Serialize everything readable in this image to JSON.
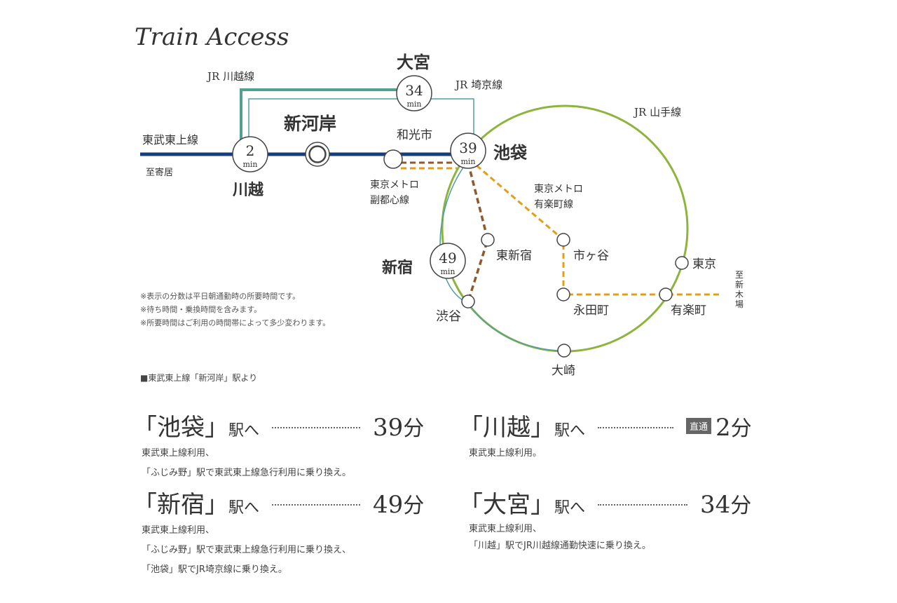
{
  "title": "Train Access",
  "map": {
    "lines": {
      "tobu_tojo": "東武東上線",
      "jr_kawagoe": "JR 川越線",
      "jr_saikyo": "JR 埼京線",
      "jr_yamanote": "JR 山手線",
      "metro_fukutoshin": [
        "東京メトロ",
        "副都心線"
      ],
      "metro_yurakucho": [
        "東京メトロ",
        "有楽町線"
      ]
    },
    "stations": {
      "kawagoe": "川越",
      "shinkashi": "新河岸",
      "wakoshi": "和光市",
      "ikebukuro": "池袋",
      "omiya": "大宮",
      "shinjuku": "新宿",
      "higashi_shinjuku": "東新宿",
      "shibuya": "渋谷",
      "ichigaya": "市ヶ谷",
      "nagatacho": "永田町",
      "tokyo": "東京",
      "yurakucho": "有楽町",
      "osaki": "大崎"
    },
    "direction_yorii": "至寄居",
    "direction_shinkiba": "至新木場",
    "time_badges": {
      "kawagoe": "2",
      "omiya": "34",
      "ikebukuro": "39",
      "shinjuku": "49",
      "unit": "min"
    },
    "colors": {
      "tobu": "#153e7a",
      "jr_kawagoe": "#4fa38e",
      "saikyo": "#4f9ea6",
      "yamanote": "#8db53e",
      "fukutoshin": "#8f5a2b",
      "yurakucho": "#e39d16"
    }
  },
  "notes": [
    "※表示の分数は平日朝通勤時の所要時間です。",
    "※待ち時間・乗換時間を含みます。",
    "※所要時間はご利用の時間帯によって多少変わります。"
  ],
  "from_label": "■東武東上線「新河岸」駅より",
  "routes": {
    "ikebukuro": {
      "open": "「",
      "station": "池袋",
      "close": "」",
      "suffix": "駅へ",
      "time": "39",
      "unit": "分",
      "desc": [
        "東武東上線利用、",
        "「ふじみ野」駅で東武東上線急行利用に乗り換え。"
      ]
    },
    "kawagoe": {
      "open": "「",
      "station": "川越",
      "close": "」",
      "suffix": "駅へ",
      "badge": "直通",
      "time": "2",
      "unit": "分",
      "desc": [
        "東武東上線利用。"
      ]
    },
    "shinjuku": {
      "open": "「",
      "station": "新宿",
      "close": "」",
      "suffix": "駅へ",
      "time": "49",
      "unit": "分",
      "desc": [
        "東武東上線利用、",
        "「ふじみ野」駅で東武東上線急行利用に乗り換え、",
        "「池袋」駅でJR埼京線に乗り換え。"
      ]
    },
    "omiya": {
      "open": "「",
      "station": "大宮",
      "close": "」",
      "suffix": "駅へ",
      "time": "34",
      "unit": "分",
      "desc": [
        "東武東上線利用、",
        "「川越」駅でJR川越線通勤快速に乗り換え。"
      ]
    }
  }
}
